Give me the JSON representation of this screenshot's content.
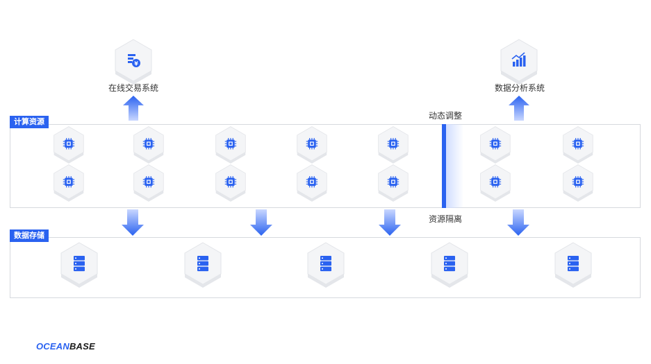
{
  "top_systems": {
    "oltp": {
      "label": "在线交易系统",
      "icon": "ledger-yen-icon"
    },
    "olap": {
      "label": "数据分析系统",
      "icon": "bar-chart-icon"
    }
  },
  "annotations": {
    "dynamic_adjust": "动态调整",
    "resource_isolation": "资源隔离"
  },
  "sections": {
    "compute": {
      "tag": "计算资源",
      "node_icon": "cpu-chip-icon",
      "left_nodes": 10,
      "right_nodes": 4
    },
    "storage": {
      "tag": "数据存储",
      "node_icon": "server-stack-icon",
      "nodes": 5
    }
  },
  "logo": {
    "part1": "OCEAN",
    "part2": "BASE"
  },
  "colors": {
    "accent": "#2a62f0",
    "hex_face": "#f4f5f7",
    "hex_edge": "#e2e4e8",
    "border": "#d6d9de"
  }
}
